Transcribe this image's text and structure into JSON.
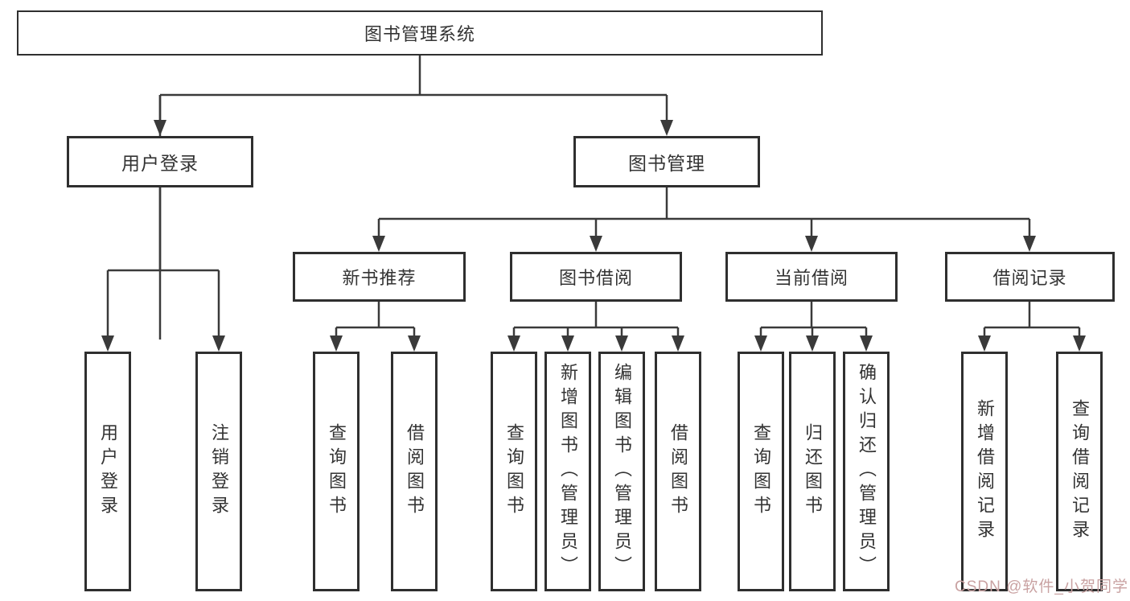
{
  "diagram": {
    "root": "图书管理系统",
    "level2": [
      "用户登录",
      "图书管理"
    ],
    "level3": [
      "新书推荐",
      "图书借阅",
      "当前借阅",
      "借阅记录"
    ],
    "leaves": {
      "user_login": [
        "用户登录",
        "注销登录"
      ],
      "new_book": [
        "查询图书",
        "借阅图书"
      ],
      "book_borrow": [
        "查询图书",
        "新增图书（管理员）",
        "编辑图书（管理员）",
        "借阅图书"
      ],
      "current_borrow": [
        "查询图书",
        "归还图书",
        "确认归还（管理员）"
      ],
      "records": [
        "新增借阅记录",
        "查询借阅记录"
      ]
    }
  },
  "watermark": {
    "text": "CSDN @软件_小贺同学"
  },
  "colors": {
    "line": "#3a3a3a",
    "box_border": "#2f2f2f",
    "text": "#333333",
    "background": "#ffffff",
    "watermark": "#c9a2a2"
  }
}
